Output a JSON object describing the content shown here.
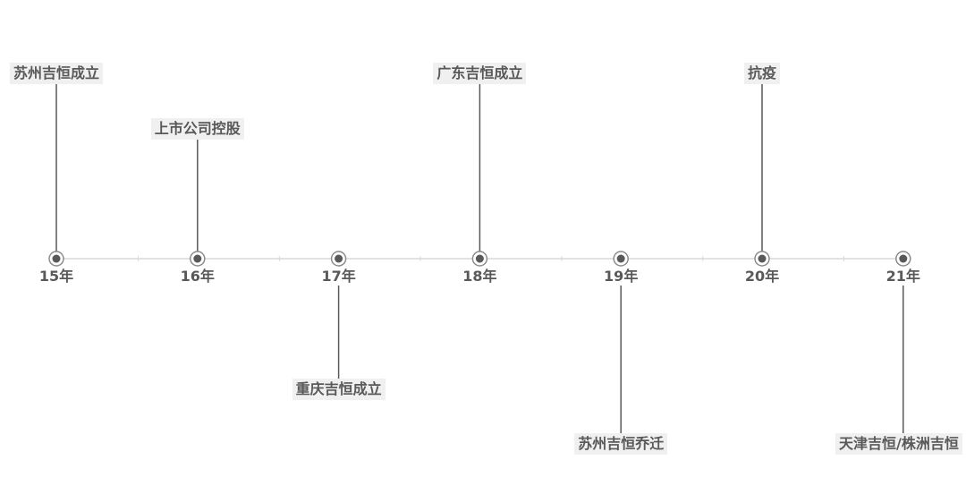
{
  "timeline": {
    "line_color": "#d9d9d9",
    "stem_color": "#595959",
    "dot_color": "#595959",
    "label_bg": "#f0f0f0",
    "text_color": "#595959",
    "events": [
      {
        "year": "15年",
        "label": "苏州吉恒成立",
        "side": "above",
        "tier": 1
      },
      {
        "year": "16年",
        "label": "上市公司控股",
        "side": "above",
        "tier": 2
      },
      {
        "year": "17年",
        "label": "重庆吉恒成立",
        "side": "below",
        "tier": 1
      },
      {
        "year": "18年",
        "label": "广东吉恒成立",
        "side": "above",
        "tier": 1
      },
      {
        "year": "19年",
        "label": "苏州吉恒乔迁",
        "side": "below",
        "tier": 2
      },
      {
        "year": "20年",
        "label": "抗疫",
        "side": "above",
        "tier": 1
      },
      {
        "year": "21年",
        "label": "天津吉恒/株洲吉恒",
        "side": "below",
        "tier": 2
      }
    ]
  }
}
